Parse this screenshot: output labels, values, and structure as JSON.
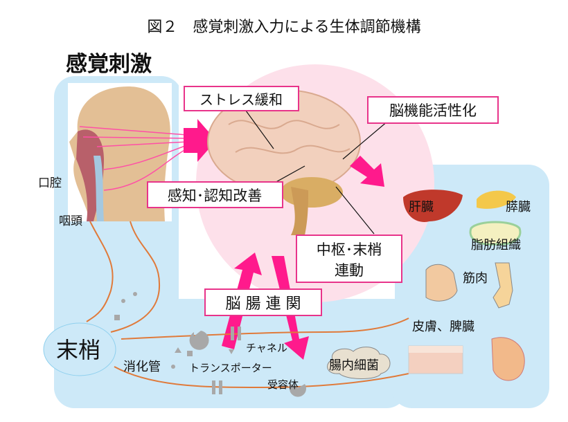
{
  "title": "図２　感覚刺激入力による生体調節機構",
  "sensory_label": "感覚刺激",
  "head_labels": {
    "oral": "口腔",
    "pharynx": "咽頭"
  },
  "brain_effects": {
    "stress": "ストレス緩和",
    "brain_function": "脳機能活性化",
    "cognition": "感知･認知改善",
    "linkage_line1": "中枢･末梢",
    "linkage_line2": "連動",
    "gut_brain": "脳 腸 連 関"
  },
  "organs": {
    "liver": "肝臓",
    "pancreas": "膵臓",
    "fat": "脂肪組織",
    "muscle": "筋肉",
    "skin_spleen": "皮膚、脾臓"
  },
  "periphery": {
    "label": "末梢",
    "gi_tract": "消化管",
    "transporter": "トランスポーター",
    "channel": "チャネル",
    "receptor": "受容体",
    "gut_bacteria": "腸内細菌"
  },
  "colors": {
    "pink": "#ff1a8c",
    "blue": "#cde9f8",
    "brain_circle": "#fde0ea"
  }
}
